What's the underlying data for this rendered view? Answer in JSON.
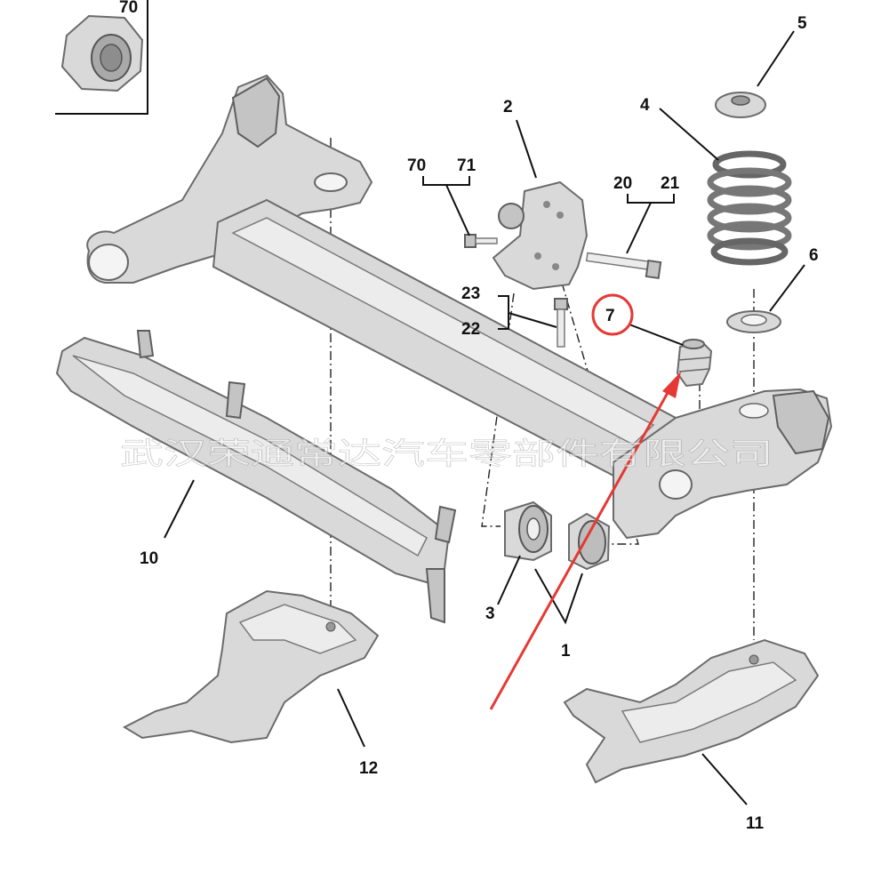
{
  "callouts": {
    "c70_inset": "70",
    "c70": "70",
    "c71": "71",
    "c2": "2",
    "c20": "20",
    "c21": "21",
    "c4": "4",
    "c5": "5",
    "c6": "6",
    "c7": "7",
    "c23": "23",
    "c22": "22",
    "c10": "10",
    "c3": "3",
    "c1": "1",
    "c12": "12",
    "c11": "11"
  },
  "watermark": "武汉荣通常达汽车零部件有限公司",
  "colors": {
    "highlight": "#e53935",
    "part_fill": "#d9d9d9",
    "part_stroke": "#6b6b6b"
  }
}
